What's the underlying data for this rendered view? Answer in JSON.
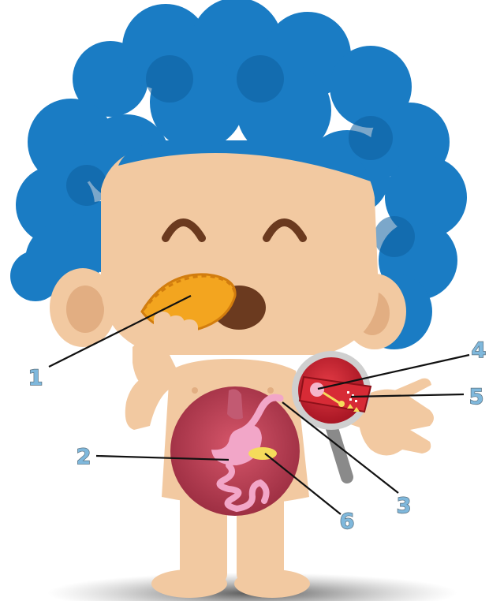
{
  "colors": {
    "hair": "#1a7cc4",
    "hair_shade": "#0f5f9e",
    "skin": "#f2c9a1",
    "skin_shade": "#e2ae82",
    "mouth": "#6b3a1f",
    "pastry": "#f3a51f",
    "belly": "#b4394d",
    "organ": "#f2a6c8",
    "gallbladder": "#f5dc5b",
    "lens": "#c3202d",
    "label": "#7fb8dc"
  },
  "labels": [
    {
      "id": "1",
      "text": "1"
    },
    {
      "id": "2",
      "text": "2"
    },
    {
      "id": "3",
      "text": "3"
    },
    {
      "id": "4",
      "text": "4"
    },
    {
      "id": "5",
      "text": "5"
    },
    {
      "id": "6",
      "text": "6"
    }
  ]
}
